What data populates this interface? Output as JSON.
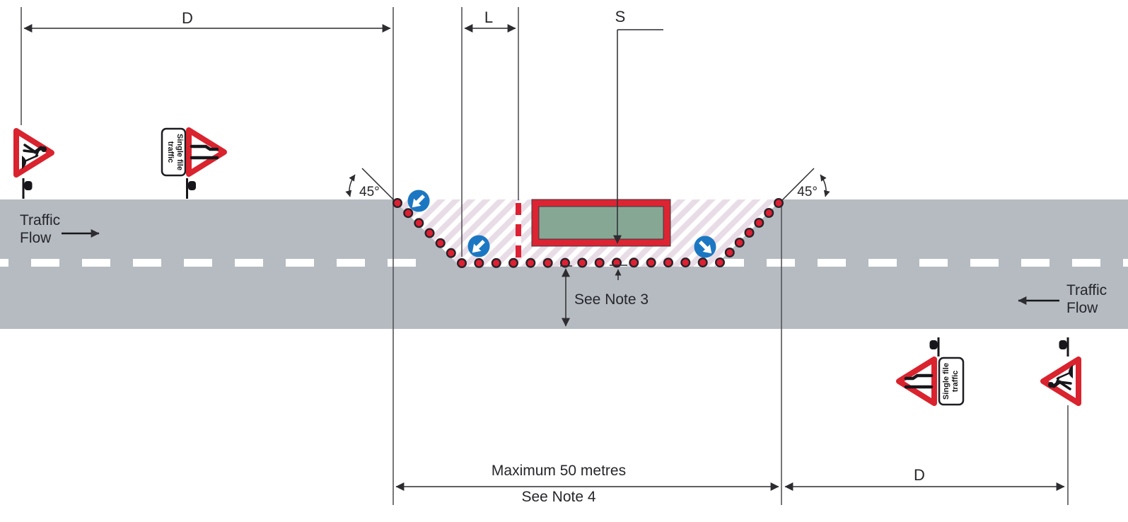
{
  "diagram": {
    "description": "Road works traffic management plan: two-way road, single file traffic past works, 45 degree cone tapers",
    "dimension_labels": {
      "approach_left": "D",
      "lead_in_taper": "L",
      "works_vehicle": "S",
      "approach_right": "D",
      "works_length_max": "Maximum 50 metres",
      "works_length_note": "See Note 4",
      "clearance_note": "See Note 3",
      "taper_angle_left": "45°",
      "taper_angle_right": "45°"
    },
    "traffic_flow_left": {
      "line1": "Traffic",
      "line2": "Flow"
    },
    "traffic_flow_right": {
      "line1": "Traffic",
      "line2": "Flow"
    },
    "plate_left": {
      "line1": "Single file",
      "line2": "traffic"
    },
    "plate_right": {
      "line1": "Single file",
      "line2": "traffic"
    },
    "icons": {
      "roadworks_triangle": "road-works-warning-sign",
      "narrows_triangle": "road-narrows-warning-sign",
      "keep_left_disc": "keep-left-arrow-sign",
      "keep_right_disc": "keep-right-arrow-sign",
      "cone": "traffic-cone-marker",
      "post": "sign-post-marker",
      "works_vehicle": "works-vehicle-area",
      "barrier": "red-white-barrier-board"
    },
    "colors": {
      "road_gray": "#b5bbc1",
      "hatch_pink": "#e8dde6",
      "hatch_stripe": "#ffffff",
      "cone_red": "#dd2033",
      "sign_red": "#d9232e",
      "keep_sign_blue": "#1c77c2",
      "works_green": "#87a795",
      "ink": "#2c2c31"
    }
  }
}
